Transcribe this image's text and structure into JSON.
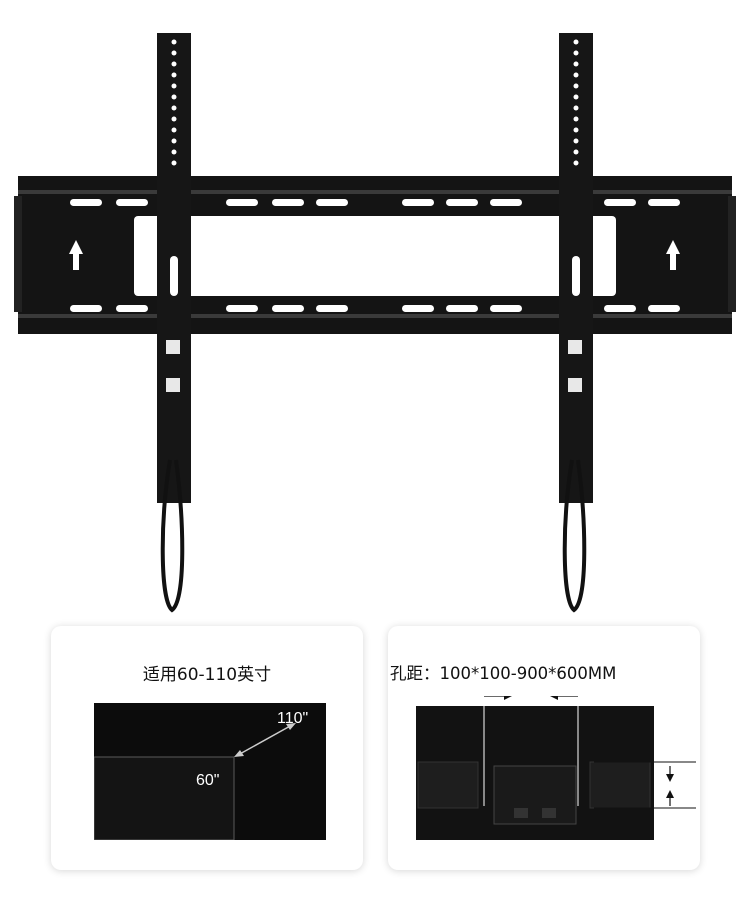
{
  "icons": {
    "mount": "tv-wall-mount-bracket",
    "arrow": "up-arrow-icon"
  },
  "cards": {
    "size": {
      "title": "适用60-110英寸",
      "large_label": "110\"",
      "small_label": "60\""
    },
    "holes": {
      "title": "孔距：100*100-900*600MM"
    }
  },
  "colors": {
    "metal": "#111111",
    "card_bg": "#ffffff"
  }
}
